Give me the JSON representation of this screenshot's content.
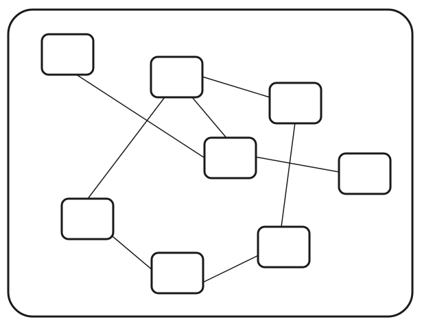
{
  "diagram": {
    "type": "undirected-graph",
    "node_count": 8,
    "edge_count": 8,
    "node_labels": [
      "",
      "",
      "",
      "",
      "",
      "",
      "",
      ""
    ],
    "colors": {
      "stroke": "#1a1a1a",
      "fill": "#ffffff",
      "background": "#ffffff"
    }
  }
}
